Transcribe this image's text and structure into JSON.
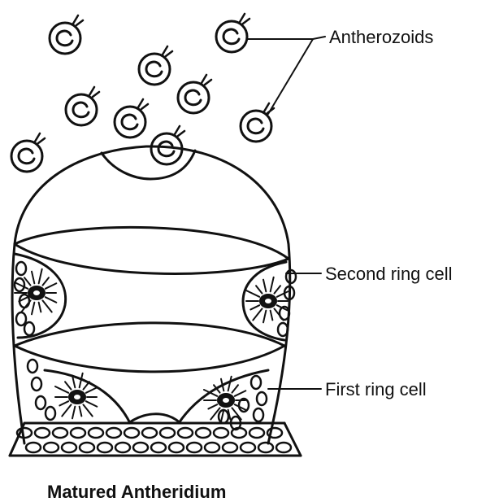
{
  "labels": {
    "antherozoids": "Antherozoids",
    "second_ring_cell": "Second ring cell",
    "first_ring_cell": "First ring cell"
  },
  "caption": "Matured Antheridium"
}
